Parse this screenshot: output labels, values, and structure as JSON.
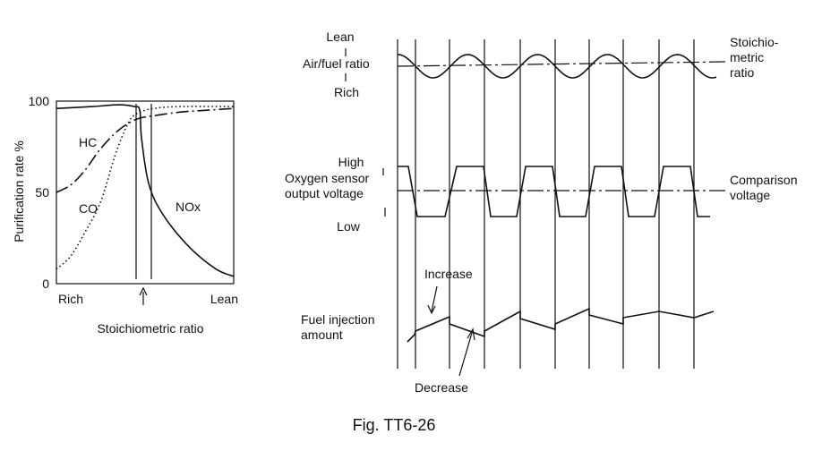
{
  "chart_data": {
    "type": "line",
    "title": "",
    "ylabel": "Purification rate %",
    "xlabel": "Stoichiometric ratio",
    "x_tick_labels": [
      "Rich",
      "Lean"
    ],
    "y_ticks": [
      "100",
      "50",
      "0"
    ],
    "ylim": [
      0,
      100
    ],
    "xlim": [
      0,
      1
    ],
    "stoich_x": 0.45,
    "series": [
      {
        "name": "HC",
        "line": "dash-dot",
        "x": [
          0,
          0.08,
          0.16,
          0.25,
          0.35,
          0.45,
          0.55,
          0.7,
          0.85,
          1.0
        ],
        "y": [
          50,
          54,
          62,
          74,
          84,
          90,
          92,
          94,
          95,
          96
        ]
      },
      {
        "name": "CO",
        "line": "dotted",
        "x": [
          0,
          0.08,
          0.16,
          0.25,
          0.33,
          0.4,
          0.45,
          0.55,
          0.7,
          1.0
        ],
        "y": [
          8,
          15,
          28,
          45,
          70,
          87,
          93,
          96,
          97,
          97
        ]
      },
      {
        "name": "NOx",
        "line": "solid",
        "x": [
          0,
          0.2,
          0.35,
          0.44,
          0.47,
          0.48,
          0.52,
          0.6,
          0.75,
          0.9,
          1.0
        ],
        "y": [
          96,
          97,
          98,
          97,
          95,
          80,
          55,
          38,
          20,
          8,
          4
        ]
      }
    ]
  },
  "timing": {
    "af": {
      "label": "Air/fuel ratio",
      "lean": "Lean",
      "rich": "Rich",
      "ref": "Stoichio-\nmetric\nratio"
    },
    "o2": {
      "label": "Oxygen sensor\noutput voltage",
      "high": "High",
      "low": "Low",
      "ref": "Comparison\nvoltage"
    },
    "fuel": {
      "label": "Fuel injection\namount",
      "increase": "Increase",
      "decrease": "Decrease"
    }
  },
  "caption": "Fig. TT6-26"
}
